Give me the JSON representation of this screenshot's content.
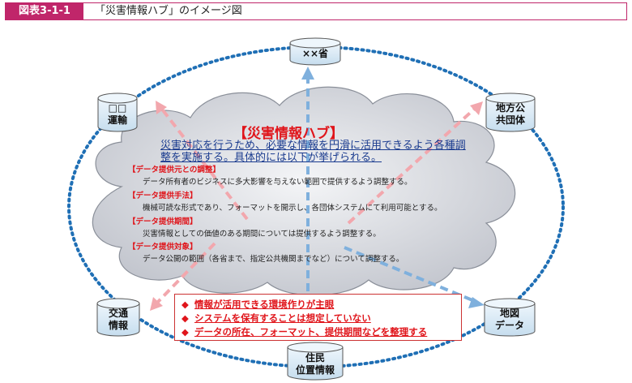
{
  "header": {
    "figure_label": "図表3-1-1",
    "title": "「災害情報ハブ」のイメージ図"
  },
  "nodes": {
    "ministry": {
      "lines": [
        "××省"
      ]
    },
    "logistics": {
      "lines": [
        "□□",
        "運輸"
      ]
    },
    "local_gov": {
      "lines": [
        "地方公",
        "共団体"
      ]
    },
    "traffic": {
      "lines": [
        "交通",
        "情報"
      ]
    },
    "map_data": {
      "lines": [
        "地図",
        "データ"
      ]
    },
    "resident": {
      "lines": [
        "住民",
        "位置情報"
      ]
    }
  },
  "hub": {
    "title": "【災害情報ハブ】",
    "description": "災害対応を行うため、必要な情報を円滑に活用できるよう各種調整を実施する。具体的には以下が挙げられる。",
    "sections": [
      {
        "title": "【データ提供元との調整】",
        "body": "データ所有者のビジネスに多大影響を与えない範囲で提供するよう調整する。"
      },
      {
        "title": "【データ提供手法】",
        "body": "機械可読な形式であり、フォーマットを開示し、各団体システムにて利用可能とする。"
      },
      {
        "title": "【データ提供期間】",
        "body": "災害情報としての価値のある期間については提供するよう調整する。"
      },
      {
        "title": "【データ提供対象】",
        "body": "データ公開の範囲（各省まで、指定公共機関までなど）について調整する。"
      }
    ]
  },
  "points": {
    "bullet": "◆",
    "items": [
      "情報が活用できる環境作りが主眼",
      "システムを保有することは想定していない",
      "データの所在、フォーマット、提供期間などを整理する"
    ]
  },
  "colors": {
    "accent": "#c0266a",
    "red": "#e0151b",
    "navy": "#1a3b8f",
    "ring": "#1f6fb5",
    "cloud": "#c9ccd3",
    "cylinder": "#d7e8f5"
  }
}
